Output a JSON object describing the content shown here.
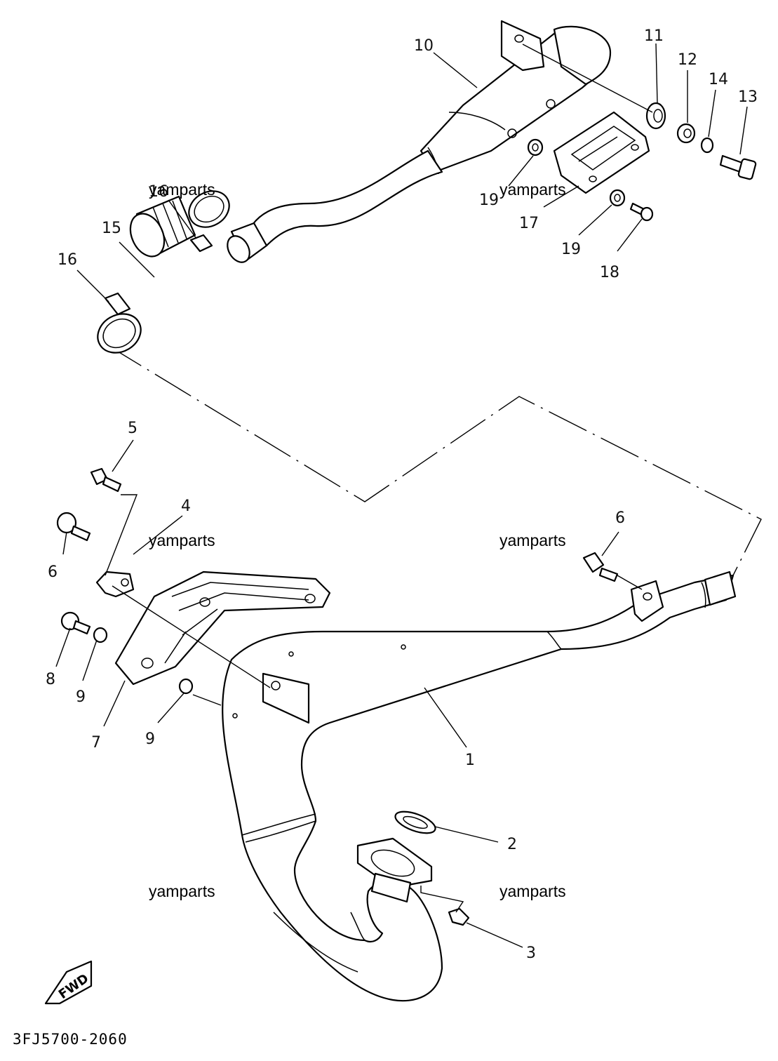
{
  "diagram": {
    "code": "3FJ5700-2060",
    "fwd_label": "FWD",
    "watermarks": [
      "yamparts",
      "yamparts",
      "yamparts",
      "yamparts",
      "yamparts",
      "yamparts"
    ],
    "callouts": [
      {
        "id": "c1",
        "text": "1"
      },
      {
        "id": "c2",
        "text": "2"
      },
      {
        "id": "c3",
        "text": "3"
      },
      {
        "id": "c4",
        "text": "4"
      },
      {
        "id": "c5",
        "text": "5"
      },
      {
        "id": "c6a",
        "text": "6"
      },
      {
        "id": "c6b",
        "text": "6"
      },
      {
        "id": "c7",
        "text": "7"
      },
      {
        "id": "c8",
        "text": "8"
      },
      {
        "id": "c9a",
        "text": "9"
      },
      {
        "id": "c9b",
        "text": "9"
      },
      {
        "id": "c10",
        "text": "10"
      },
      {
        "id": "c11",
        "text": "11"
      },
      {
        "id": "c12",
        "text": "12"
      },
      {
        "id": "c13",
        "text": "13"
      },
      {
        "id": "c14",
        "text": "14"
      },
      {
        "id": "c15",
        "text": "15"
      },
      {
        "id": "c16a",
        "text": "16"
      },
      {
        "id": "c16b",
        "text": "16"
      },
      {
        "id": "c17",
        "text": "17"
      },
      {
        "id": "c18",
        "text": "18"
      },
      {
        "id": "c19a",
        "text": "19"
      },
      {
        "id": "c19b",
        "text": "19"
      }
    ]
  }
}
